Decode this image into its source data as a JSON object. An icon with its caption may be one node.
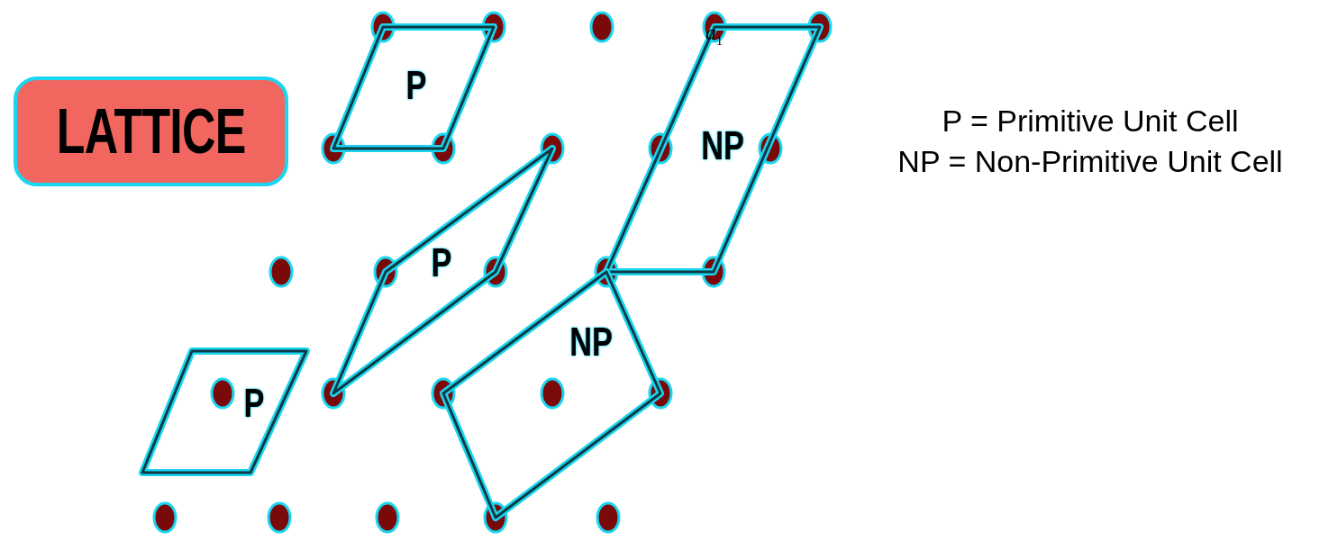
{
  "diagram": {
    "nodes": [
      {
        "text": [
          "LATTICE"
        ]
      },
      {
        "text": [
          "P"
        ]
      },
      {
        "text": [
          "NP"
        ]
      },
      {
        "text": [
          "P"
        ]
      },
      {
        "text": [
          "NP"
        ]
      },
      {
        "text": [
          "P"
        ]
      }
    ],
    "labels": [
      "a$_{1}$",
      "P = Primitive Unit Cell",
      "NP = Non-Primitive Unit Cell"
    ]
  }
}
